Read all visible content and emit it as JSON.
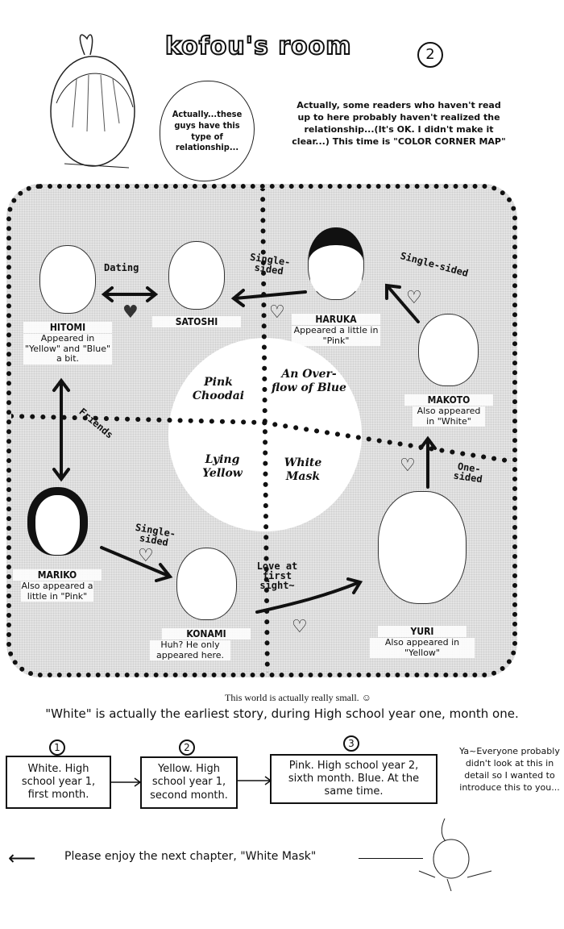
{
  "header": {
    "title": "kofou's room",
    "number": "2"
  },
  "speech_bubble": "Actually...these guys have this type of relationship...",
  "intro": "Actually, some readers who haven't read up to here probably haven't realized the relationship...(It's OK. I didn't make it clear...) This time is \"COLOR CORNER MAP\"",
  "zones": [
    "Pink Choodai",
    "An Over-flow of Blue",
    "Lying Yellow",
    "White Mask"
  ],
  "characters": [
    {
      "name": "HITOMI",
      "note": "Appeared in \"Yellow\" and \"Blue\" a bit."
    },
    {
      "name": "SATOSHI",
      "note": ""
    },
    {
      "name": "HARUKA",
      "note": "Appeared a little in \"Pink\""
    },
    {
      "name": "MAKOTO",
      "note": "Also appeared in \"White\""
    },
    {
      "name": "MARIKO",
      "note": "Also appeared a little in \"Pink\""
    },
    {
      "name": "KONAMI",
      "note": "Huh? He only appeared here."
    },
    {
      "name": "YURI",
      "note": "Also appeared in \"Yellow\""
    }
  ],
  "relations": [
    "Dating",
    "Single-sided",
    "Single-sided",
    "Friends",
    "Single-sided",
    "Love at first sight~",
    "One-sided"
  ],
  "footer": {
    "small_note": "This world is actually really small.",
    "earliest": "\"White\" is actually the earliest story, during High school year one, month one.",
    "timeline": [
      {
        "num": "1",
        "text": "White. High school year 1, first month."
      },
      {
        "num": "2",
        "text": "Yellow. High school year 1, second month."
      },
      {
        "num": "3",
        "text": "Pink. High school year 2, sixth month. Blue. At the same time."
      }
    ],
    "aside": "Ya~Everyone probably didn't look at this in detail so I wanted to introduce this to you...",
    "next": "Please enjoy the next chapter, \"White Mask\""
  }
}
